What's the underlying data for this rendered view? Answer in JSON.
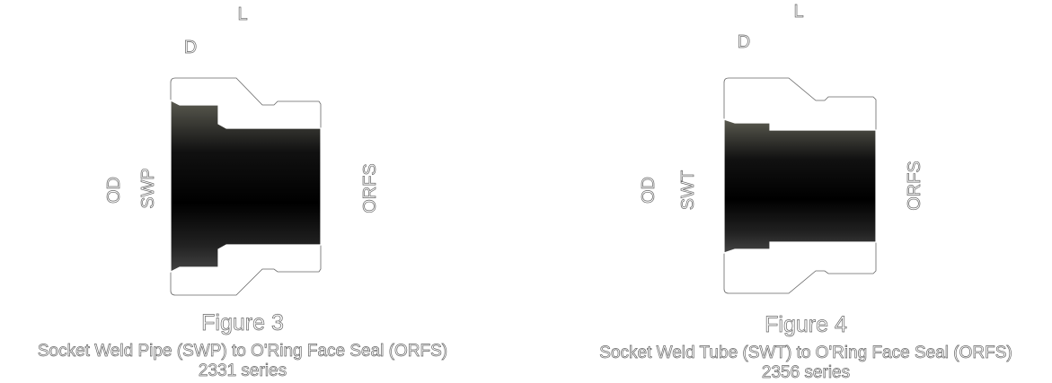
{
  "figures": [
    {
      "title": "Figure 3",
      "caption": "Socket Weld Pipe (SWP) to O'Ring Face Seal (ORFS)",
      "series": "2331 series",
      "labels": {
        "length": "L",
        "depth": "D",
        "outer_diameter": "OD",
        "inner": "SWP",
        "seal": "ORFS"
      }
    },
    {
      "title": "Figure 4",
      "caption": "Socket Weld Tube (SWT) to O'Ring Face Seal (ORFS)",
      "series": "2356 series",
      "labels": {
        "length": "L",
        "depth": "D",
        "outer_diameter": "OD",
        "inner": "SWT",
        "seal": "ORFS"
      }
    }
  ],
  "colors": {
    "line": "#ffffff",
    "outline": "#666666",
    "bore": "#000000"
  }
}
